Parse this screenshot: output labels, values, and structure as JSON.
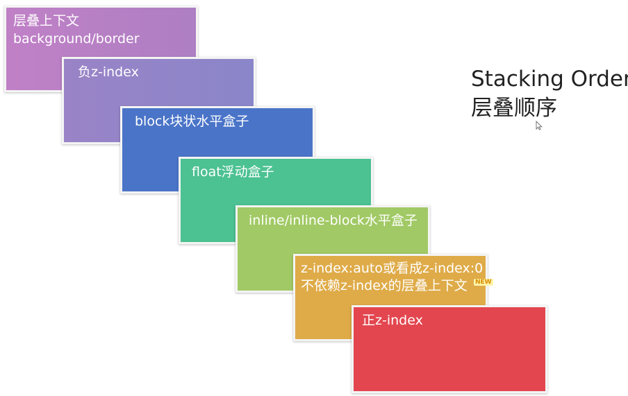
{
  "heading": {
    "title_en": "Stacking Order",
    "title_zh": "层叠顺序"
  },
  "layers": [
    {
      "lines": [
        "层叠上下文",
        "background/border"
      ],
      "color": "#b980c5"
    },
    {
      "lines": [
        "负z-index"
      ],
      "color": "#9284c8"
    },
    {
      "lines": [
        "block块状水平盒子"
      ],
      "color": "#4a74c8"
    },
    {
      "lines": [
        "float浮动盒子"
      ],
      "color": "#4cc192"
    },
    {
      "lines": [
        "inline/inline-block水平盒子"
      ],
      "color": "#a1c965"
    },
    {
      "lines": [
        "z-index:auto或看成z-index:0",
        "不依赖z-index的层叠上下文"
      ],
      "color": "#dfab48"
    },
    {
      "lines": [
        "正z-index"
      ],
      "color": "#e3464f"
    }
  ],
  "badge": {
    "label": "NEW"
  },
  "icons": {
    "cursor": "mouse-pointer-icon"
  }
}
